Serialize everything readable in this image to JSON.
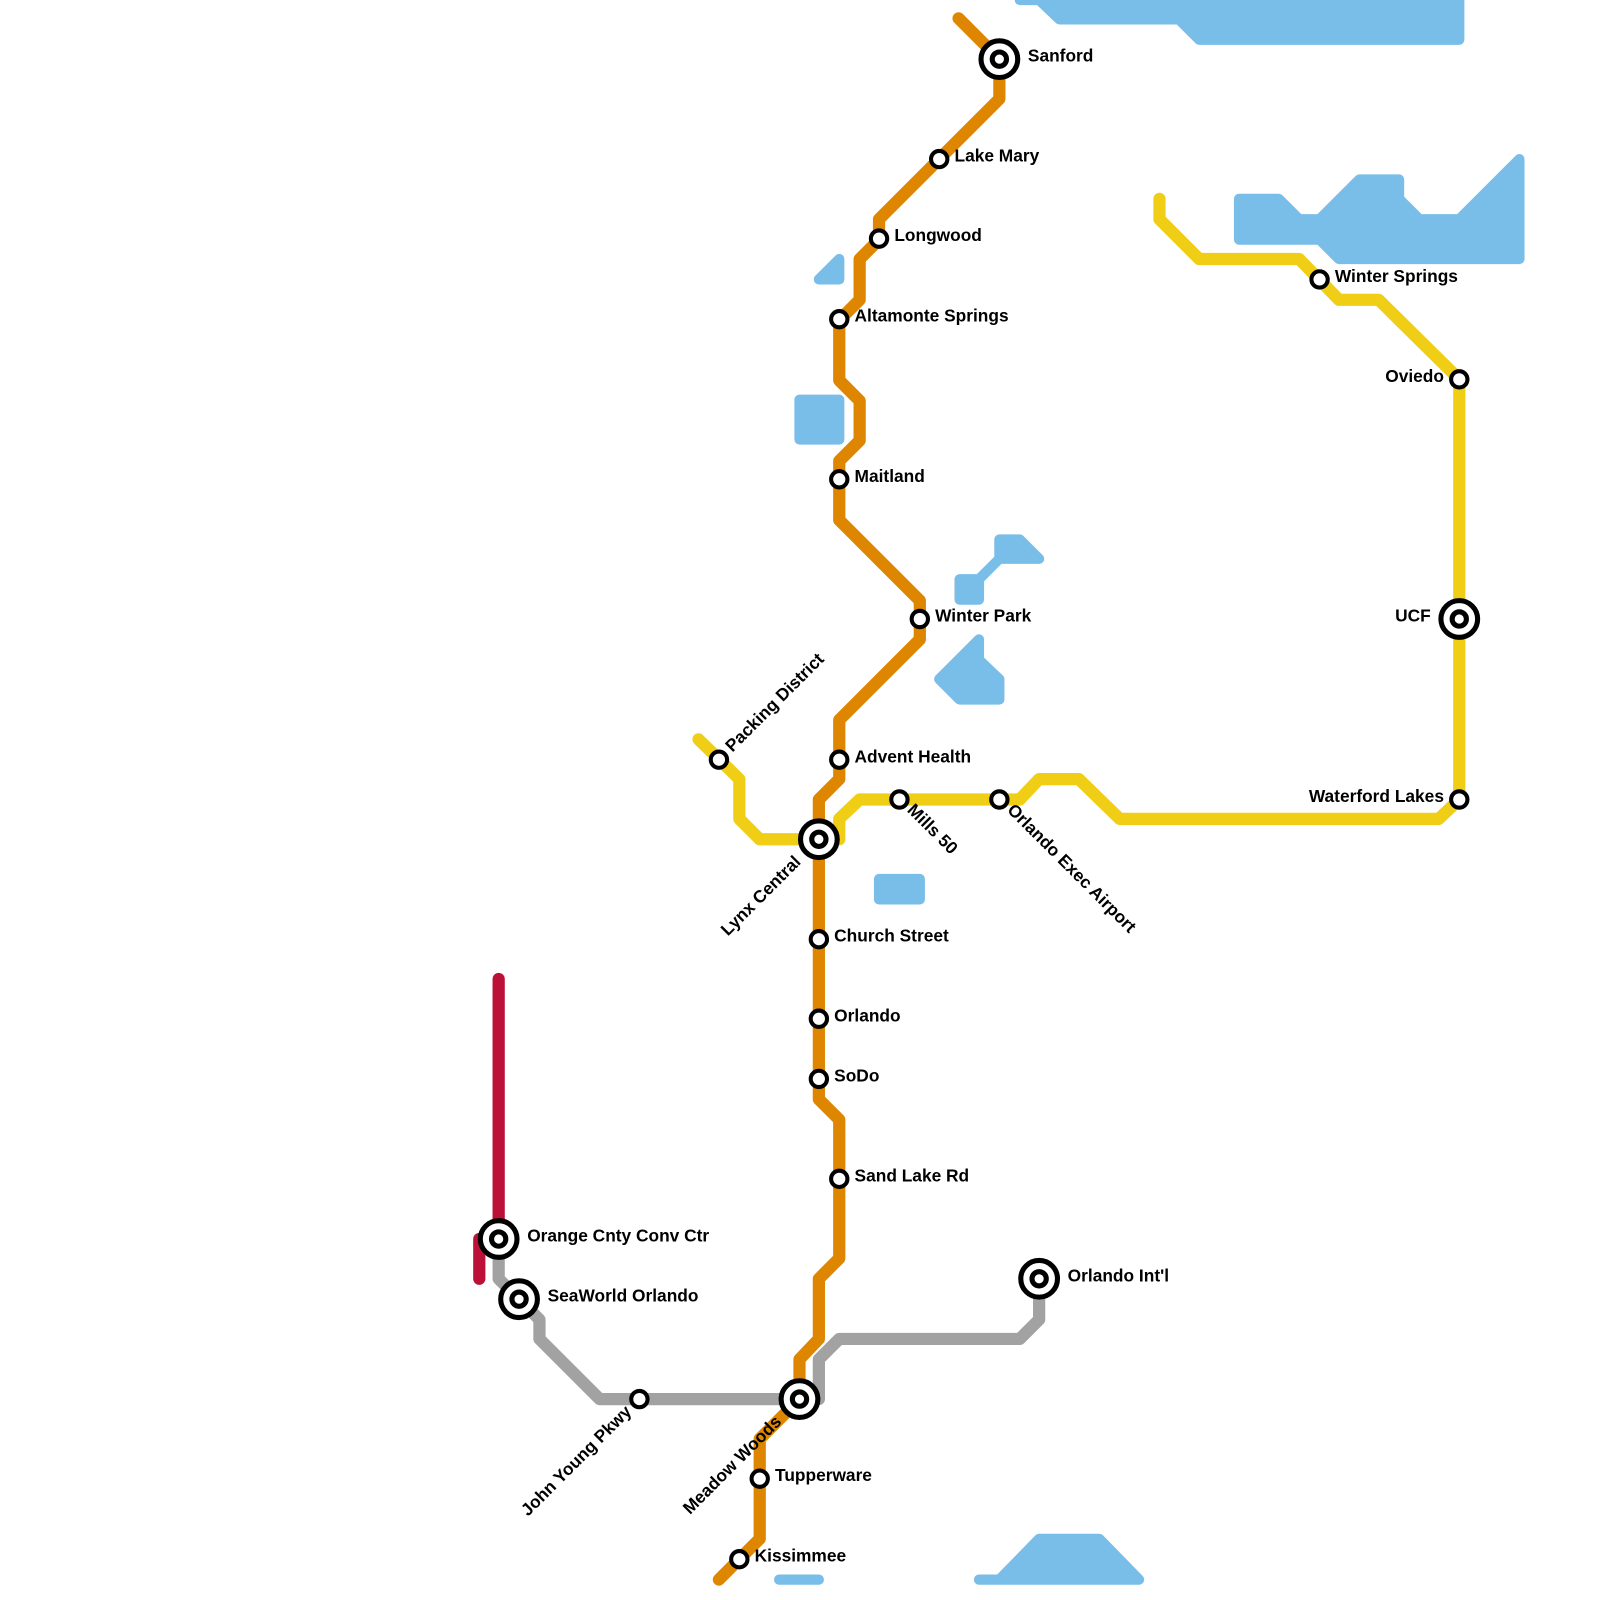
{
  "colors": {
    "orange_line": "#df8600",
    "yellow_line": "#f0ce15",
    "gray_line": "#a2a2a2",
    "red_line": "#bd1038",
    "water": "#79bde9"
  },
  "lines": [
    {
      "id": "orange",
      "color": "#df8600"
    },
    {
      "id": "yellow",
      "color": "#f0ce15"
    },
    {
      "id": "gray",
      "color": "#a2a2a2"
    },
    {
      "id": "red",
      "color": "#bd1038"
    }
  ],
  "stations": [
    {
      "name": "Sanford",
      "interchange": true
    },
    {
      "name": "Lake Mary",
      "interchange": false
    },
    {
      "name": "Longwood",
      "interchange": false
    },
    {
      "name": "Altamonte Springs",
      "interchange": false
    },
    {
      "name": "Maitland",
      "interchange": false
    },
    {
      "name": "Winter Park",
      "interchange": false
    },
    {
      "name": "Advent Health",
      "interchange": false
    },
    {
      "name": "Packing District",
      "interchange": false
    },
    {
      "name": "Lynx Central",
      "interchange": true
    },
    {
      "name": "Mills 50",
      "interchange": false
    },
    {
      "name": "Orlando Exec Airport",
      "interchange": false
    },
    {
      "name": "Church Street",
      "interchange": false
    },
    {
      "name": "Orlando",
      "interchange": false
    },
    {
      "name": "SoDo",
      "interchange": false
    },
    {
      "name": "Sand Lake Rd",
      "interchange": false
    },
    {
      "name": "Orange Cnty Conv Ctr",
      "interchange": true
    },
    {
      "name": "SeaWorld Orlando",
      "interchange": true
    },
    {
      "name": "John Young Pkwy",
      "interchange": false
    },
    {
      "name": "Meadow Woods",
      "interchange": true
    },
    {
      "name": "Tupperware",
      "interchange": false
    },
    {
      "name": "Kissimmee",
      "interchange": false
    },
    {
      "name": "Orlando Int'l",
      "interchange": true
    },
    {
      "name": "Winter Springs",
      "interchange": false
    },
    {
      "name": "Oviedo",
      "interchange": false
    },
    {
      "name": "UCF",
      "interchange": true
    },
    {
      "name": "Waterford Lakes",
      "interchange": false
    }
  ]
}
